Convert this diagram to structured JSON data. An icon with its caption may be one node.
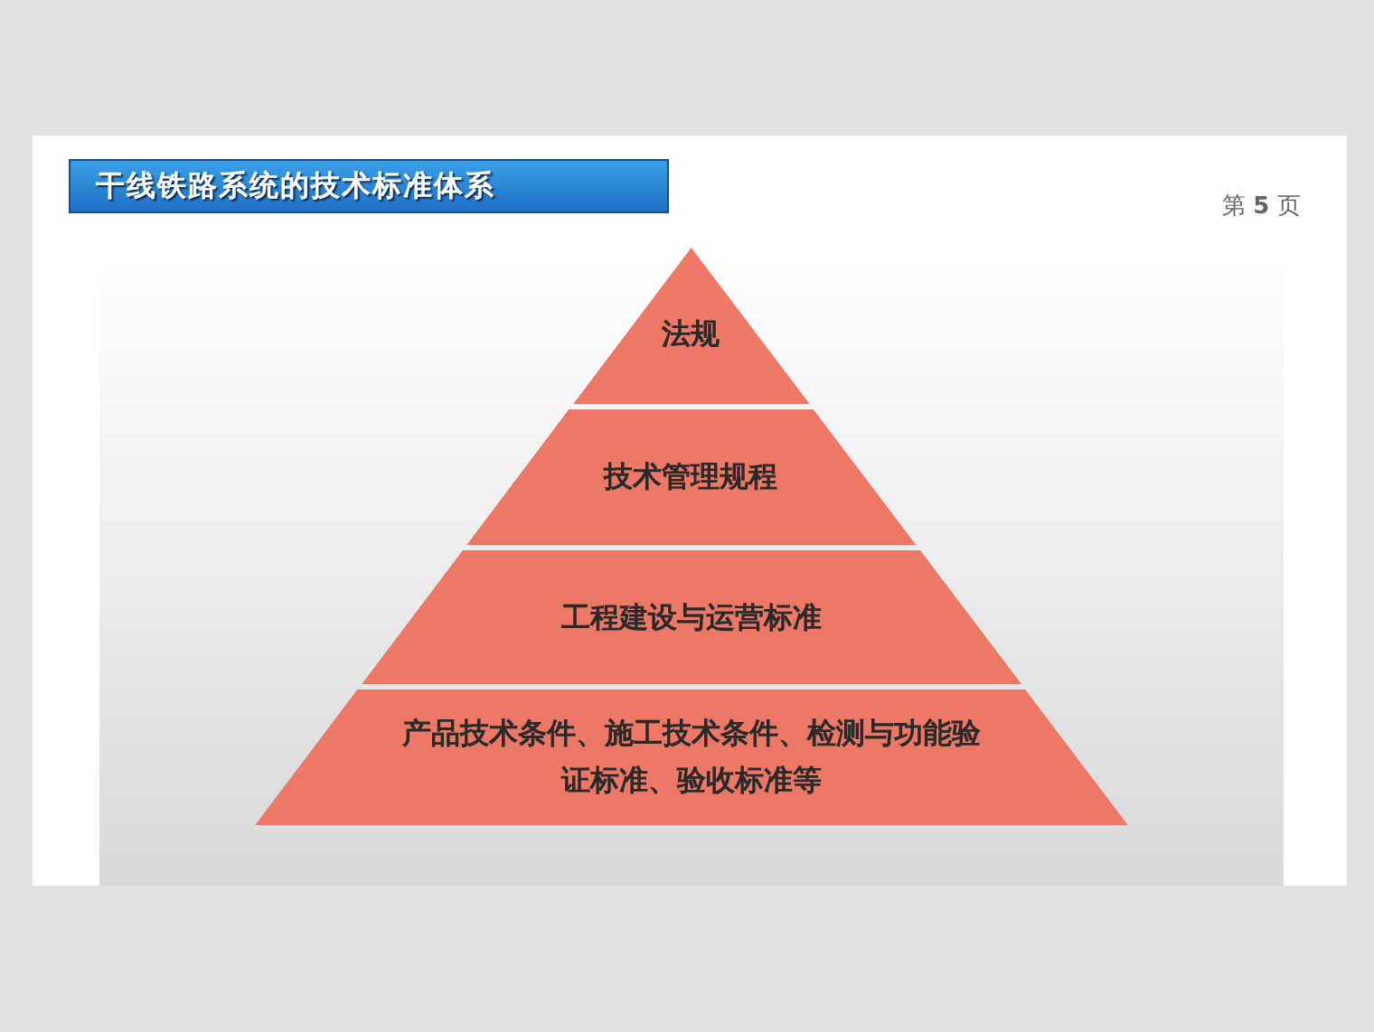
{
  "diagram": {
    "title": "干线铁路系统的技术标准体系",
    "nodes": [
      {
        "text": [
          "法规"
        ]
      },
      {
        "text": [
          "技术管理规程"
        ]
      },
      {
        "text": [
          "工程建设与运营标准"
        ]
      },
      {
        "text": [
          "产品技术条件、施工技术条件、检测与功能验证标准、验收标准等"
        ]
      }
    ],
    "labels": [
      "第 **5** 页"
    ]
  }
}
